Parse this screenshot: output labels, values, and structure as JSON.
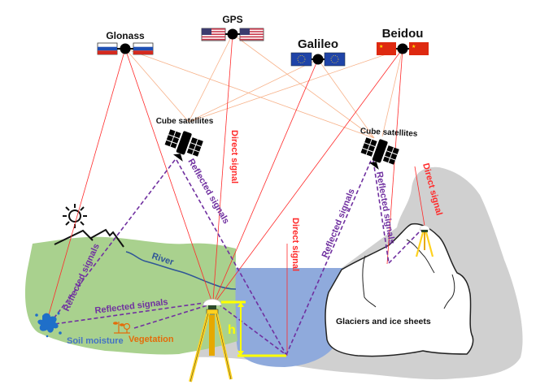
{
  "title": "GNSS reflectometry diagram",
  "constellations": [
    {
      "id": "glonass",
      "label": "Glonass",
      "flag": "russia"
    },
    {
      "id": "gps",
      "label": "GPS",
      "flag": "usa"
    },
    {
      "id": "galileo",
      "label": "Galileo",
      "flag": "eu"
    },
    {
      "id": "beidou",
      "label": "Beidou",
      "flag": "china"
    }
  ],
  "cubesats": [
    {
      "id": "cubesat-left",
      "label": "Cube satellites"
    },
    {
      "id": "cubesat-right",
      "label": "Cube satellites"
    }
  ],
  "labels": {
    "direct_signal_1": "Direct signal",
    "direct_signal_2": "Direct signal",
    "direct_signal_3": "Direct signal",
    "reflected_signals_cubesat_left": "Reflected signals",
    "reflected_signals_cubesat_right": "Reflected signals",
    "reflected_signals_soil_vertical": "Reflected signals",
    "reflected_signals_soil_horizontal": "Reflected signals",
    "reflected_signals_water": "Reflected signals",
    "river": "River",
    "soil_moisture": "Soil moisture",
    "vegetation": "Vegetation",
    "antenna_height": "h",
    "glaciers": "Glaciers and ice sheets"
  },
  "colors": {
    "direct_signal": "#ff2a2a",
    "sat_link": "#f7b28a",
    "reflected_signal": "#7030a0",
    "land": "#a9d18e",
    "water": "#8faadc",
    "ground": "#d0d0d0",
    "river": "#2f5597",
    "soil_moisture": "#4472c4",
    "vegetation": "#e46c0a",
    "tripod": "#ffd21f",
    "height_marker": "#ffff00"
  }
}
